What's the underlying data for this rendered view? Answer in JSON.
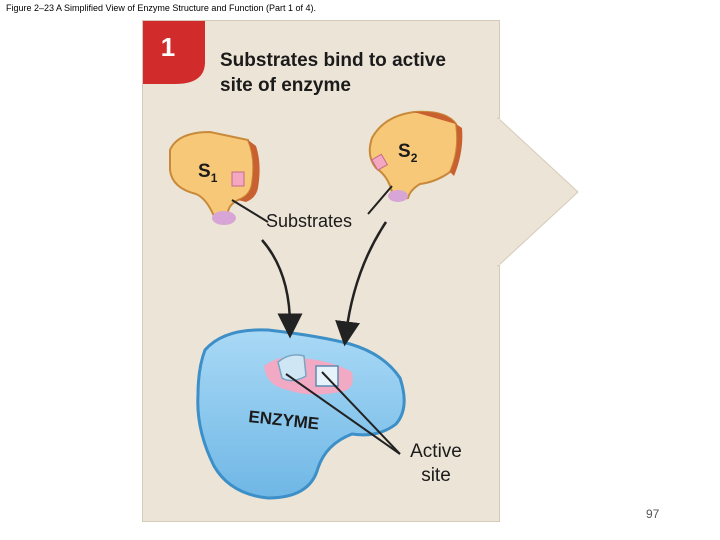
{
  "caption": "Figure 2–23 A Simplified View of Enzyme Structure and Function (Part 1 of 4).",
  "step": {
    "number": "1",
    "title": "Substrates bind to active site of enzyme"
  },
  "labels": {
    "s1_letter": "S",
    "s1_subscript": "1",
    "s2_letter": "S",
    "s2_subscript": "2",
    "substrates": "Substrates",
    "enzyme": "ENZYME",
    "active_site": "Active site"
  },
  "page_number": "97",
  "colors": {
    "step_badge": "#d12b2b",
    "panel_bg": "#ece4d6",
    "enzyme_fill": "#8cc8ee",
    "enzyme_edge": "#3d8fc8",
    "substrate_fill": "#f7c877",
    "substrate_edge": "#c88a3a"
  }
}
